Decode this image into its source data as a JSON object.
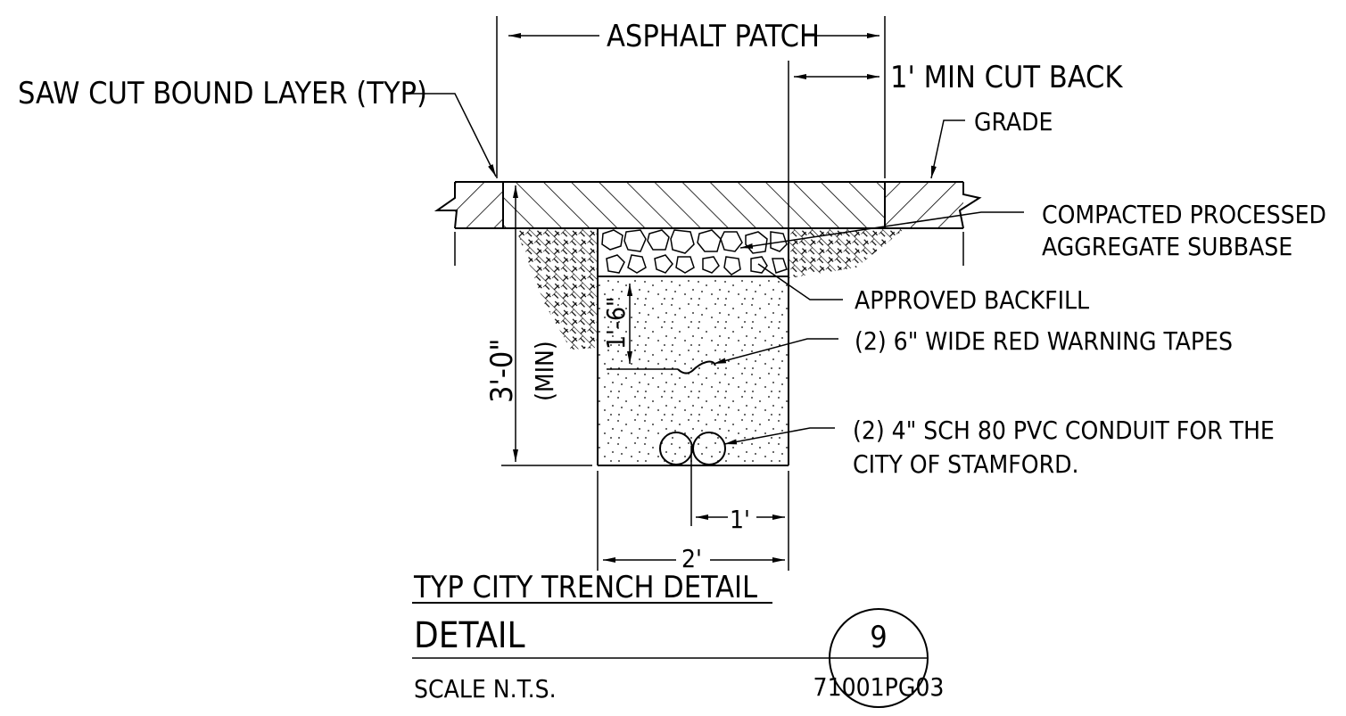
{
  "labels": {
    "asphalt_patch": "ASPHALT PATCH",
    "min_cut_back": "1' MIN CUT BACK",
    "saw_cut": "SAW CUT BOUND LAYER (TYP)",
    "grade": "GRADE",
    "subbase_line1": "COMPACTED PROCESSED",
    "subbase_line2": "AGGREGATE SUBBASE",
    "backfill": "APPROVED BACKFILL",
    "warning_tapes": "(2) 6\" WIDE RED WARNING TAPES",
    "conduit_line1": "(2) 4\" SCH 80 PVC CONDUIT FOR THE",
    "conduit_line2": "CITY OF STAMFORD."
  },
  "dimensions": {
    "depth": "3'-0\"",
    "depth_note": "(MIN)",
    "tape_depth": "1'-6\"",
    "conduit_offset": "1'",
    "trench_width": "2'"
  },
  "title_block": {
    "title": "TYP CITY TRENCH DETAIL",
    "type": "DETAIL",
    "scale": "SCALE  N.T.S.",
    "detail_number": "9",
    "sheet": "71001PG03"
  }
}
